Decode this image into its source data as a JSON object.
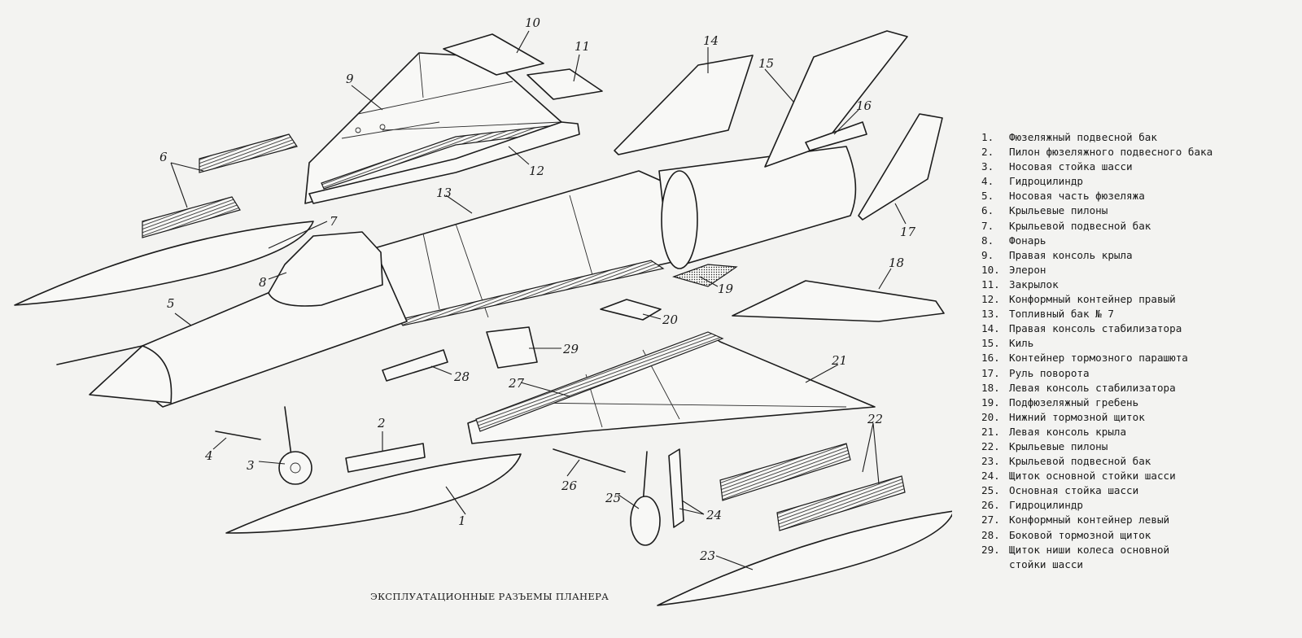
{
  "caption": "ЭКСПЛУАТАЦИОННЫЕ РАЗЪЕМЫ ПЛАНЕРА",
  "callouts": [
    "1",
    "2",
    "3",
    "4",
    "5",
    "6",
    "7",
    "8",
    "9",
    "10",
    "11",
    "12",
    "13",
    "14",
    "15",
    "16",
    "17",
    "18",
    "19",
    "20",
    "21",
    "22",
    "23",
    "24",
    "25",
    "26",
    "27",
    "28",
    "29"
  ],
  "legend": [
    {
      "num": "1.",
      "text": "Фюзеляжный подвесной бак"
    },
    {
      "num": "2.",
      "text": "Пилон фюзеляжного подвесного бака"
    },
    {
      "num": "3.",
      "text": "Носовая стойка шасси"
    },
    {
      "num": "4.",
      "text": "Гидроцилиндр"
    },
    {
      "num": "5.",
      "text": "Носовая часть фюзеляжа"
    },
    {
      "num": "6.",
      "text": "Крыльевые пилоны"
    },
    {
      "num": "7.",
      "text": "Крыльевой подвесной бак"
    },
    {
      "num": "8.",
      "text": "Фонарь"
    },
    {
      "num": "9.",
      "text": "Правая консоль крыла"
    },
    {
      "num": "10.",
      "text": "Элерон"
    },
    {
      "num": "11.",
      "text": "Закрылок"
    },
    {
      "num": "12.",
      "text": "Конформный контейнер правый"
    },
    {
      "num": "13.",
      "text": "Топливный бак № 7"
    },
    {
      "num": "14.",
      "text": "Правая консоль стабилизатора"
    },
    {
      "num": "15.",
      "text": "Киль"
    },
    {
      "num": "16.",
      "text": "Контейнер тормозного парашюта"
    },
    {
      "num": "17.",
      "text": "Руль поворота"
    },
    {
      "num": "18.",
      "text": "Левая консоль стабилизатора"
    },
    {
      "num": "19.",
      "text": "Подфюзеляжный гребень"
    },
    {
      "num": "20.",
      "text": "Нижний тормозной щиток"
    },
    {
      "num": "21.",
      "text": "Левая консоль крыла"
    },
    {
      "num": "22.",
      "text": "Крыльевые пилоны"
    },
    {
      "num": "23.",
      "text": "Крыльевой подвесной бак"
    },
    {
      "num": "24.",
      "text": "Щиток основной стойки шасси"
    },
    {
      "num": "25.",
      "text": "Основная стойка шасси"
    },
    {
      "num": "26.",
      "text": "Гидроцилиндр"
    },
    {
      "num": "27.",
      "text": "Конформный контейнер левый"
    },
    {
      "num": "28.",
      "text": "Боковой тормозной щиток"
    },
    {
      "num": "29.",
      "text": "Щиток ниши колеса основной\nстойки шасси"
    }
  ]
}
